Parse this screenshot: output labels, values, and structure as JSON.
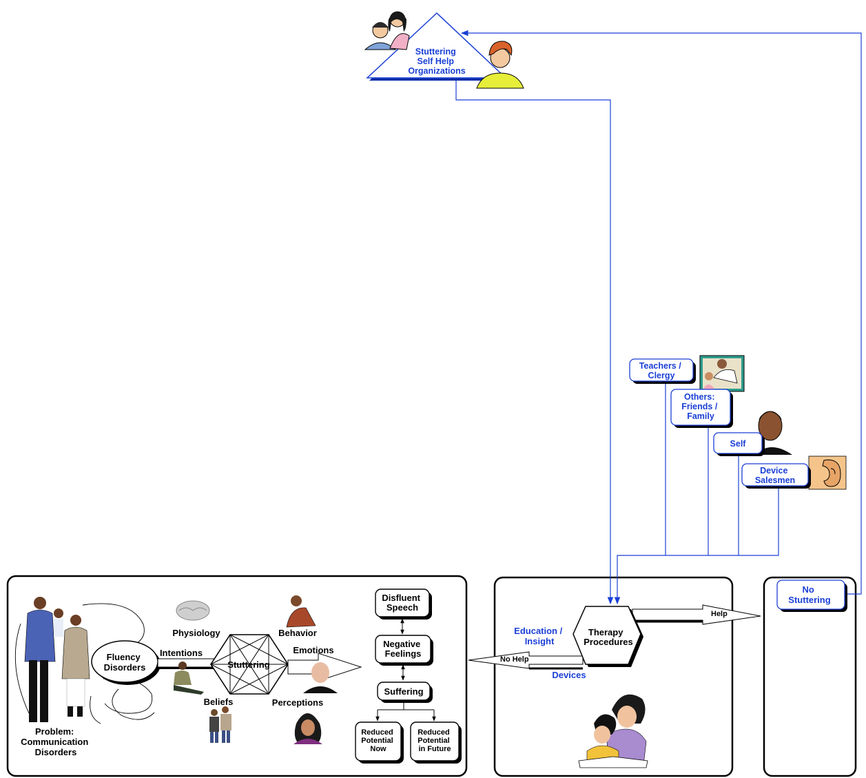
{
  "support": {
    "organizations": [
      "Stuttering",
      "Self Help",
      "Organizations"
    ],
    "teachers": [
      "Teachers /",
      "Clergy"
    ],
    "others": [
      "Others:",
      "Friends /",
      "Family"
    ],
    "self": "Self",
    "device_salesmen": [
      "Device",
      "Salesmen"
    ]
  },
  "problem": {
    "label": [
      "Problem:",
      "Communication",
      "Disorders"
    ],
    "fluency_disorders": [
      "Fluency",
      "Disorders"
    ],
    "stuttering": "Stuttering",
    "factors": {
      "physiology": "Physiology",
      "behavior": "Behavior",
      "intentions": "Intentions",
      "emotions": "Emotions",
      "beliefs": "Beliefs",
      "perceptions": "Perceptions"
    },
    "consequences": {
      "disfluent_speech": [
        "Disfluent",
        "Speech"
      ],
      "negative_feelings": [
        "Negative",
        "Feelings"
      ],
      "suffering": "Suffering",
      "reduced_now": [
        "Reduced",
        "Potential",
        "Now"
      ],
      "reduced_future": [
        "Reduced",
        "Potential",
        "in Future"
      ]
    }
  },
  "therapy": {
    "procedures": [
      "Therapy",
      "Procedures"
    ],
    "education": [
      "Education /",
      "Insight"
    ],
    "devices": "Devices",
    "no_help": "No Help",
    "help": "Help"
  },
  "outcome": {
    "no_stuttering": [
      "No",
      "Stuttering"
    ]
  },
  "colors": {
    "accent_blue": "#1a3fd6",
    "line_blue": "#1a3fd6",
    "ink": "#000000"
  }
}
